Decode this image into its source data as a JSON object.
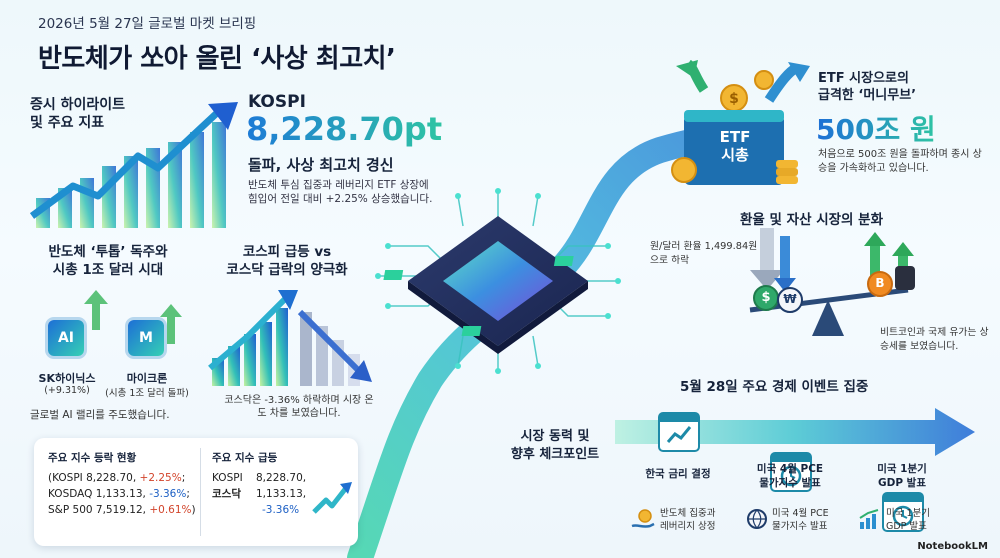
{
  "header": {
    "date": "2026년 5월 27일 글로벌 마켓 브리핑",
    "title": "반도체가 쏘아 올린 ‘사상 최고치’"
  },
  "highlight": {
    "title_line1": "증시 하이라이트",
    "title_line2": "및 주요 지표",
    "kospi_label": "KOSPI",
    "kospi_value": "8,228.70pt",
    "kospi_sub": "돌파, 사상 최고치 경신",
    "kospi_desc": "반도체 투심 집중과 레버리지 ETF 상장에 힘입어 전일 대비 +2.25% 상승했습니다."
  },
  "semiconductor": {
    "title_line1": "반도체 ‘투톱’ 독주와",
    "title_line2": "시총 1조 달러 시대",
    "chip1_text": "AI",
    "chip2_text": "M",
    "company1_name": "SK하이닉스",
    "company1_sub": "(+9.31%)",
    "company2_name": "마이크론",
    "company2_sub": "(시총 1조 달러 돌파)",
    "desc": "글로벌 AI 랠리를 주도했습니다."
  },
  "polarization": {
    "title_line1": "코스피 급등 vs",
    "title_line2": "코스닥 급락의 양극화",
    "desc": "코스닥은 -3.36% 하락하며 시장 온도 차를 보였습니다."
  },
  "index_card": {
    "left_title": "주요 지수 등락 현황",
    "line1_a": "(KOSPI 8,228.70, ",
    "line1_b": "+2.25%",
    "line1_c": ";",
    "line2_a": "KOSDAQ 1,133.13, ",
    "line2_b": "-3.36%",
    "line2_c": ";",
    "line3_a": "S&P 500 7,519.12, ",
    "line3_b": "+0.61%",
    "line3_c": ")",
    "right_title": "주요 지수 급등",
    "right_kospi_label": "KOSPI",
    "right_kospi_value": "8,228.70,",
    "right_kosdaq_label": "코스닥",
    "right_kosdaq_value": "1,133.13,",
    "right_kosdaq_change": "-3.36%"
  },
  "etf": {
    "box_label1": "ETF",
    "box_label2": "시총",
    "title_line1": "ETF 시장으로의",
    "title_line2": "급격한 ‘머니무브’",
    "value": "500조 원",
    "desc": "처음으로 500조 원을 돌파하며 종시 상승을 가속화하고 있습니다."
  },
  "fx": {
    "title": "환율 및 자산 시장의 분화",
    "desc": "원/달러 환율 1,499.84원으로 하락",
    "coin_dollar": "$",
    "coin_won": "₩",
    "coin_btc": "B",
    "asset_desc": "비트코인과 국제 유가는 상승세를 보였습니다."
  },
  "events": {
    "title": "5월 28일 주요 경제 이벤트 집중",
    "market_title_line1": "시장 동력 및",
    "market_title_line2": "향후 체크포인트",
    "event1_name": "한국 금리 결정",
    "event2_name_line1": "미국 4월 PCE",
    "event2_name_line2": "물가지수 발표",
    "event3_name_line1": "미국 1분기",
    "event3_name_line2": "GDP 발표",
    "sub1_line1": "반도체 집중과",
    "sub1_line2": "레버리지 상정",
    "sub2_line1": "미국 4월 PCE",
    "sub2_line2": "물가지수 발표",
    "sub3_line1": "미국 1분기",
    "sub3_line2": "GDP 발표"
  },
  "footer": {
    "brand": "NotebookLM"
  },
  "colors": {
    "accent_blue": "#1d6fd6",
    "accent_teal": "#2fc4a3",
    "up_red": "#d2442b",
    "down_blue": "#1c5fc4",
    "dark_text": "#16233b"
  }
}
